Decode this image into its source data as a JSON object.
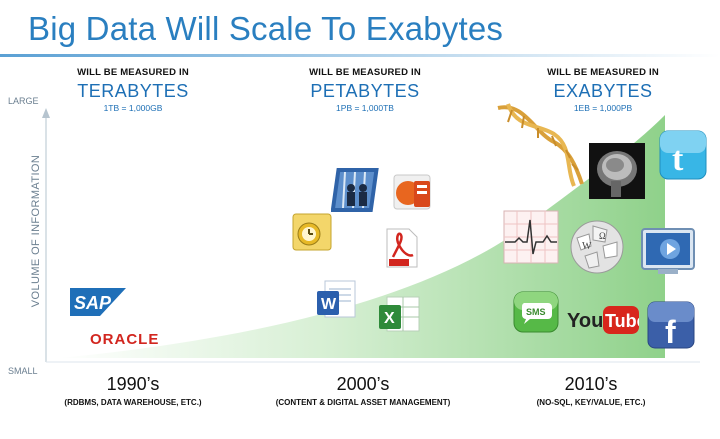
{
  "title": "Big Data Will Scale To Exabytes",
  "y_axis": {
    "label": "VOLUME OF INFORMATION",
    "top": "LARGE",
    "bottom": "SMALL"
  },
  "columns": [
    {
      "prefix": "WILL BE MEASURED IN",
      "unit": "TERABYTES",
      "equation": "1TB = 1,000GB",
      "era": "1990’s",
      "description": "(RDBMS, DATA WAREHOUSE, ETC.)"
    },
    {
      "prefix": "WILL BE MEASURED IN",
      "unit": "PETABYTES",
      "equation": "1PB = 1,000TB",
      "era": "2000’s",
      "description": "(CONTENT & DIGITAL ASSET MANAGEMENT)"
    },
    {
      "prefix": "WILL BE MEASURED IN",
      "unit": "EXABYTES",
      "equation": "1EB = 1,000PB",
      "era": "2010’s",
      "description": "(NO-SQL, KEY/VALUE, ETC.)"
    }
  ],
  "logos": {
    "sap": "SAP",
    "oracle": "ORACLE",
    "sms": "SMS",
    "youtube_you": "You",
    "youtube_tube": "Tube"
  },
  "icons": {
    "era1": [
      "sap-logo-icon",
      "oracle-logo-icon"
    ],
    "era2": [
      "collaboration-photo-icon",
      "powerpoint-icon",
      "outlook-icon",
      "pdf-icon",
      "word-icon",
      "excel-icon"
    ],
    "era3": [
      "dna-helix-icon",
      "brain-scan-icon",
      "twitter-icon",
      "ecg-chart-icon",
      "wikipedia-globe-icon",
      "video-player-icon",
      "sms-icon",
      "youtube-icon",
      "facebook-icon"
    ]
  },
  "colors": {
    "title": "#2a7fc0",
    "accent": "#1d6fb5",
    "growth_area": "#8fd18a",
    "sap": "#1f6fb8",
    "oracle": "#d2261f"
  }
}
